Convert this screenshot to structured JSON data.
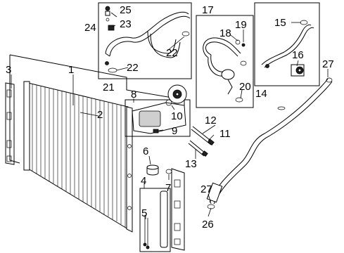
{
  "callouts": {
    "c1": "1",
    "c2": "2",
    "c3": "3",
    "c4": "4",
    "c5": "5",
    "c6": "6",
    "c7": "7",
    "c8": "8",
    "c9": "9",
    "c10": "10",
    "c11": "11",
    "c12": "12",
    "c13": "13",
    "c14": "14",
    "c15": "15",
    "c16": "16",
    "c17": "17",
    "c18": "18",
    "c19": "19",
    "c20": "20",
    "c21": "21",
    "c22a": "22",
    "c22b": "22",
    "c23": "23",
    "c24": "24",
    "c25": "25",
    "c26": "26",
    "c27a": "27",
    "c27b": "27"
  }
}
